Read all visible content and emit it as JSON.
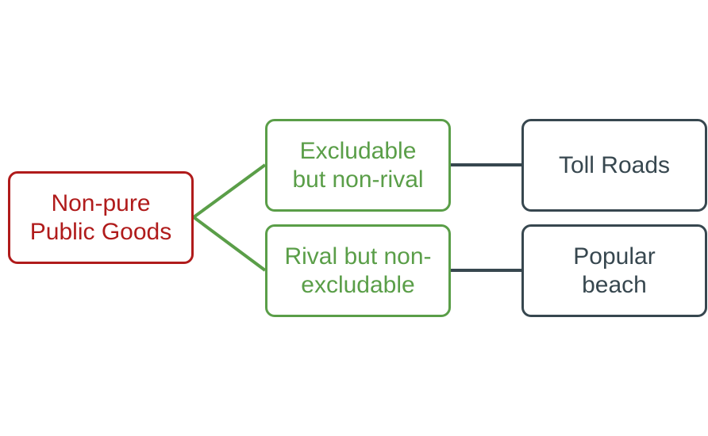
{
  "diagram": {
    "root": {
      "line1": "Non-pure",
      "line2": "Public Goods"
    },
    "branches": [
      {
        "category_line1": "Excludable",
        "category_line2": "but non-rival",
        "example_line1": "Toll Roads",
        "example_line2": ""
      },
      {
        "category_line1": "Rival but non-",
        "category_line2": "excludable",
        "example_line1": "Popular",
        "example_line2": "beach"
      }
    ]
  },
  "colors": {
    "root": "#b01b1b",
    "category": "#5a9e48",
    "example": "#37474f"
  }
}
